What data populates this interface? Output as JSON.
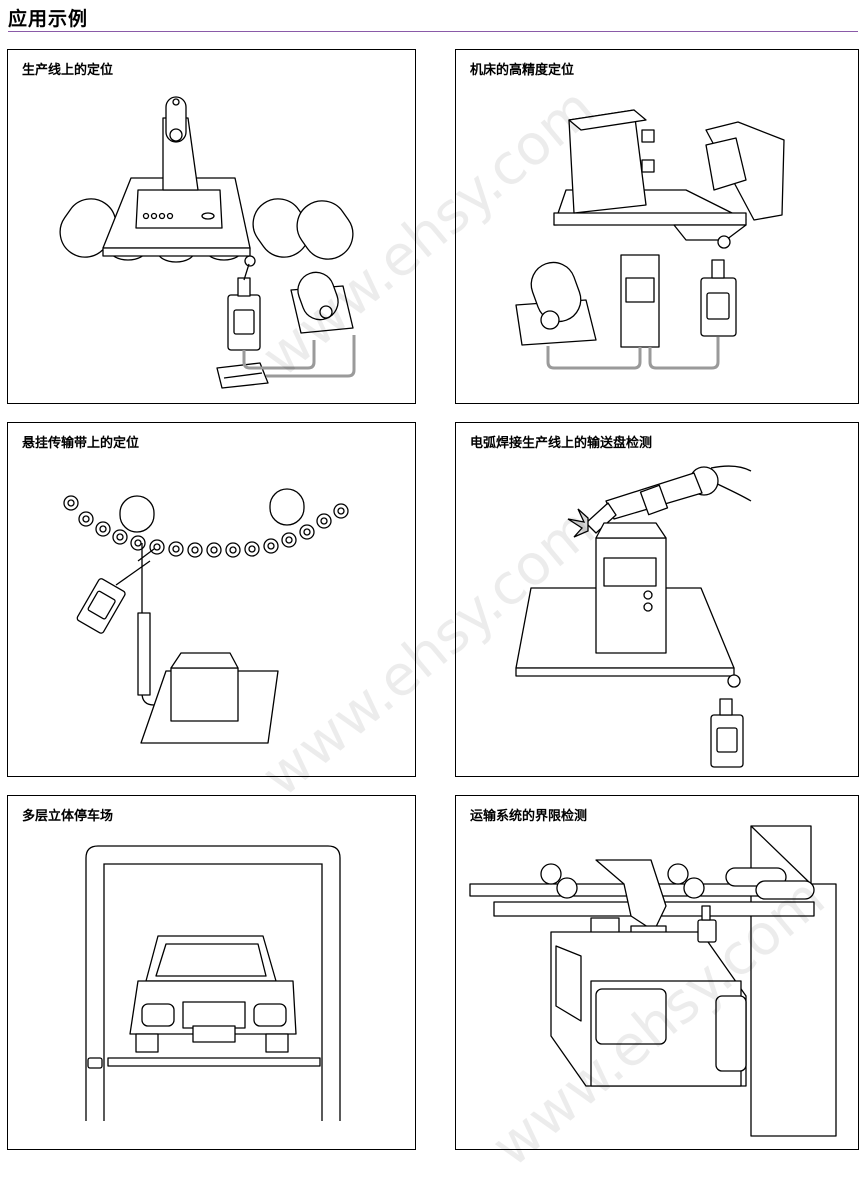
{
  "page": {
    "title": "应用示例"
  },
  "panels": [
    {
      "title": "生产线上的定位"
    },
    {
      "title": "机床的高精度定位"
    },
    {
      "title": "悬挂传输带上的定位"
    },
    {
      "title": "电弧焊接生产线上的输送盘检测"
    },
    {
      "title": "多层立体停车场"
    },
    {
      "title": "运输系统的界限检测"
    }
  ],
  "watermark": "www.ehsy.com"
}
